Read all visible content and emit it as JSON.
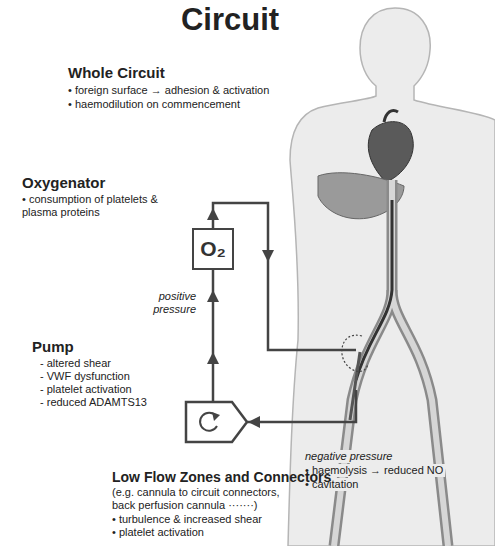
{
  "diagram": {
    "title": "Circuit",
    "nodes": [
      {
        "text": [
          "O₂"
        ]
      }
    ],
    "labels": [
      "Whole Circuit",
      "• foreign surface → adhesion & activation",
      "• haemodilution on commencement",
      "Oxygenator",
      "• consumption of platelets & plasma proteins",
      "positive pressure",
      "Pump",
      "- altered shear",
      "- VWF dysfunction",
      "- platelet activation",
      "- reduced ADAMTS13",
      "negative pressure",
      "• haemolysis → reduced NO",
      "• cavitation",
      "Low Flow Zones and Connectors",
      "(e.g. cannula to circuit connectors, back perfusion cannula ·······)",
      "• turbulence & increased shear",
      "• platelet activation"
    ]
  }
}
